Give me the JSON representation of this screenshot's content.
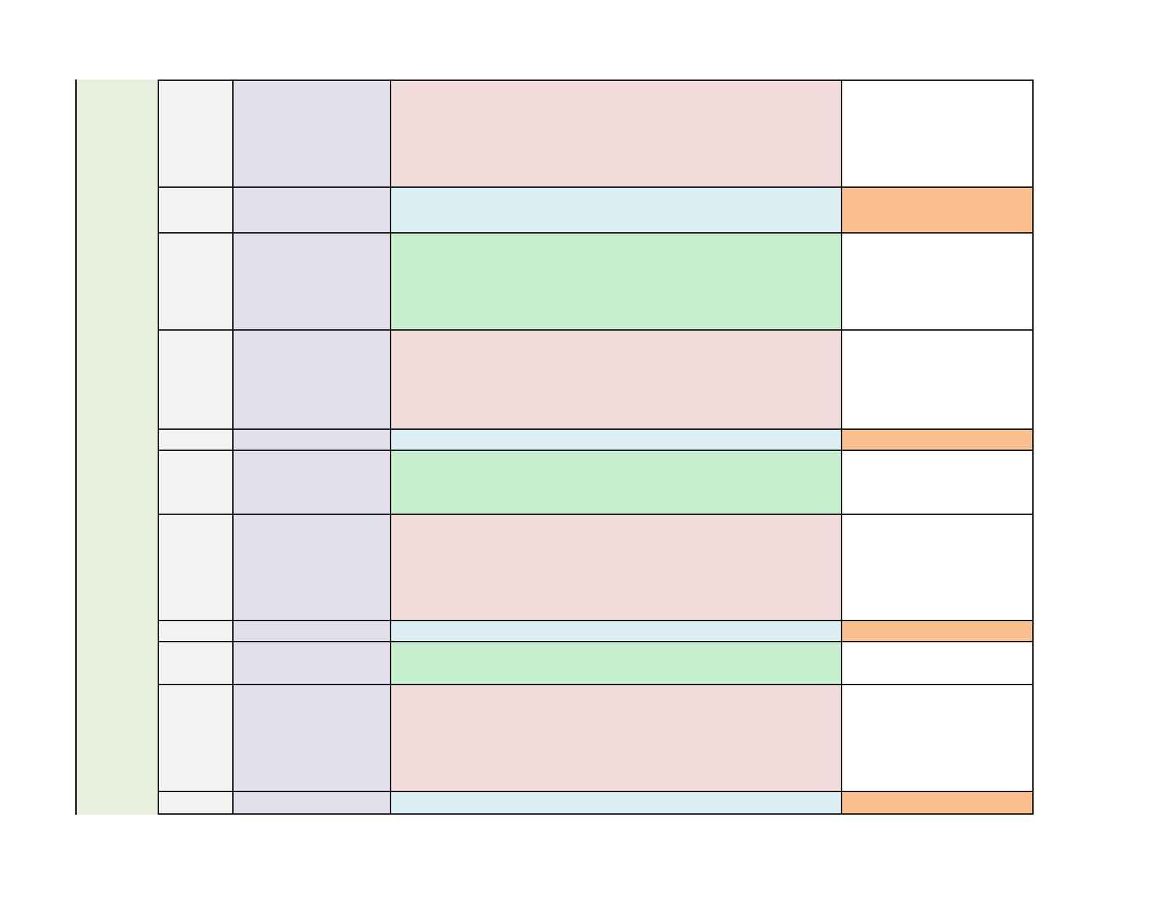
{
  "colors": {
    "side_band": "#e9f0df",
    "col1": "#f2f2f2",
    "col2": "#e4dfec",
    "row_pink": "#f2dcdb",
    "row_blue": "#daeef3",
    "row_green": "#c6efce",
    "accent_orange": "#fac090",
    "plain": "#ffffff"
  },
  "table": {
    "row_types": [
      "pink",
      "blue",
      "green",
      "pink",
      "blue",
      "green",
      "pink",
      "blue",
      "green",
      "pink",
      "blue"
    ],
    "cells": [
      [
        "",
        "",
        "",
        ""
      ],
      [
        "",
        "",
        "",
        ""
      ],
      [
        "",
        "",
        "",
        ""
      ],
      [
        "",
        "",
        "",
        ""
      ],
      [
        "",
        "",
        "",
        ""
      ],
      [
        "",
        "",
        "",
        ""
      ],
      [
        "",
        "",
        "",
        ""
      ],
      [
        "",
        "",
        "",
        ""
      ],
      [
        "",
        "",
        "",
        ""
      ],
      [
        "",
        "",
        "",
        ""
      ],
      [
        "",
        "",
        "",
        ""
      ]
    ]
  }
}
